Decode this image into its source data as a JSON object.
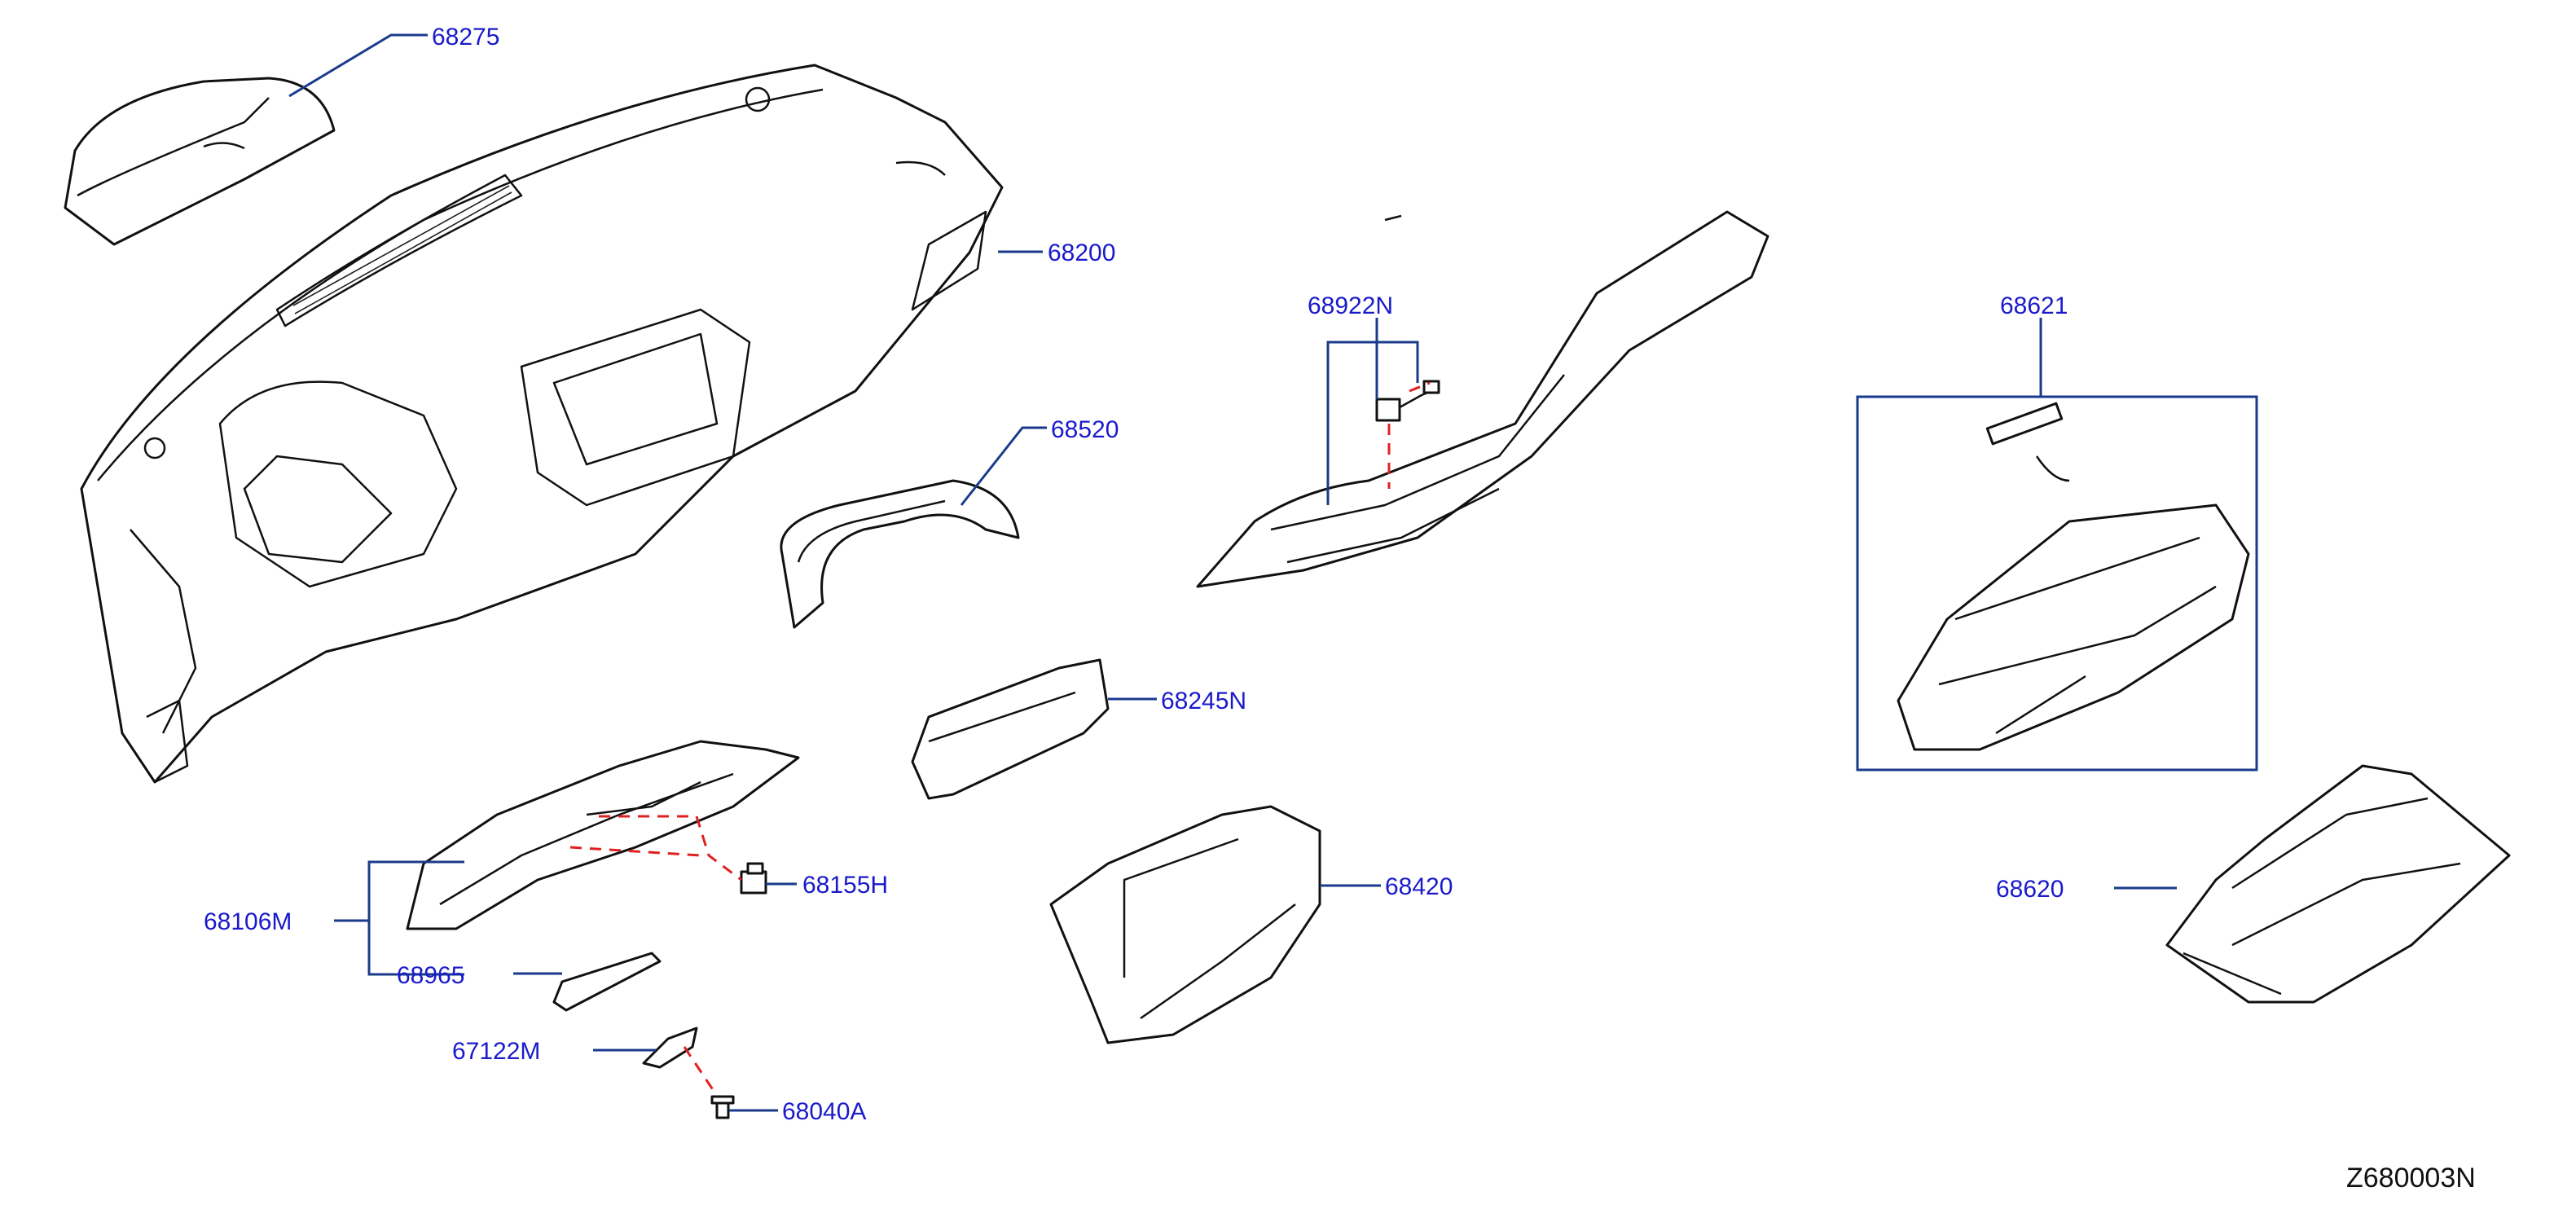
{
  "diagram": {
    "id": "Z680003N",
    "colors": {
      "callout": "#1a1acc",
      "leader": "#1a3a8c",
      "dashed_link": "#e02020",
      "outline": "#111111"
    },
    "callouts": {
      "c68275": "68275",
      "c68200": "68200",
      "c68520": "68520",
      "c68922N": "68922N",
      "c68621": "68621",
      "c68245N": "68245N",
      "c68106M": "68106M",
      "c68155H": "68155H",
      "c68965": "68965",
      "c68420": "68420",
      "c68620": "68620",
      "c67122M": "67122M",
      "c68040A": "68040A"
    }
  }
}
